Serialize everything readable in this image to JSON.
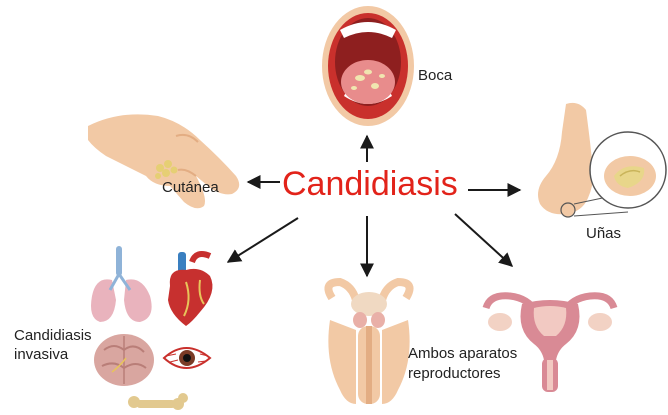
{
  "title": "Candidiasis",
  "colors": {
    "title": "#e2231a",
    "arrow": "#1a1a1a",
    "skin": "#f2c9a5",
    "skin_shade": "#e3ad83",
    "mouth_red": "#c9302c",
    "tongue": "#e88c8c",
    "lung": "#e9b3bd",
    "heart": "#c7302f",
    "vessel_blue": "#3a7fc0",
    "brain": "#d9a6a0",
    "uterus": "#d98a95",
    "plaque": "#f0e6b0"
  },
  "labels": {
    "boca": "Boca",
    "cutanea": "Cutánea",
    "unas": "Uñas",
    "invasiva": [
      "Candidiasis",
      "invasiva"
    ],
    "reproductores": [
      "Ambos aparatos",
      "reproductores"
    ]
  },
  "icons": [
    "mouth-icon",
    "hand-icon",
    "foot-icon",
    "lungs-icon",
    "heart-icon",
    "brain-icon",
    "eye-icon",
    "bone-icon",
    "male-reproductive-icon",
    "uterus-icon"
  ]
}
